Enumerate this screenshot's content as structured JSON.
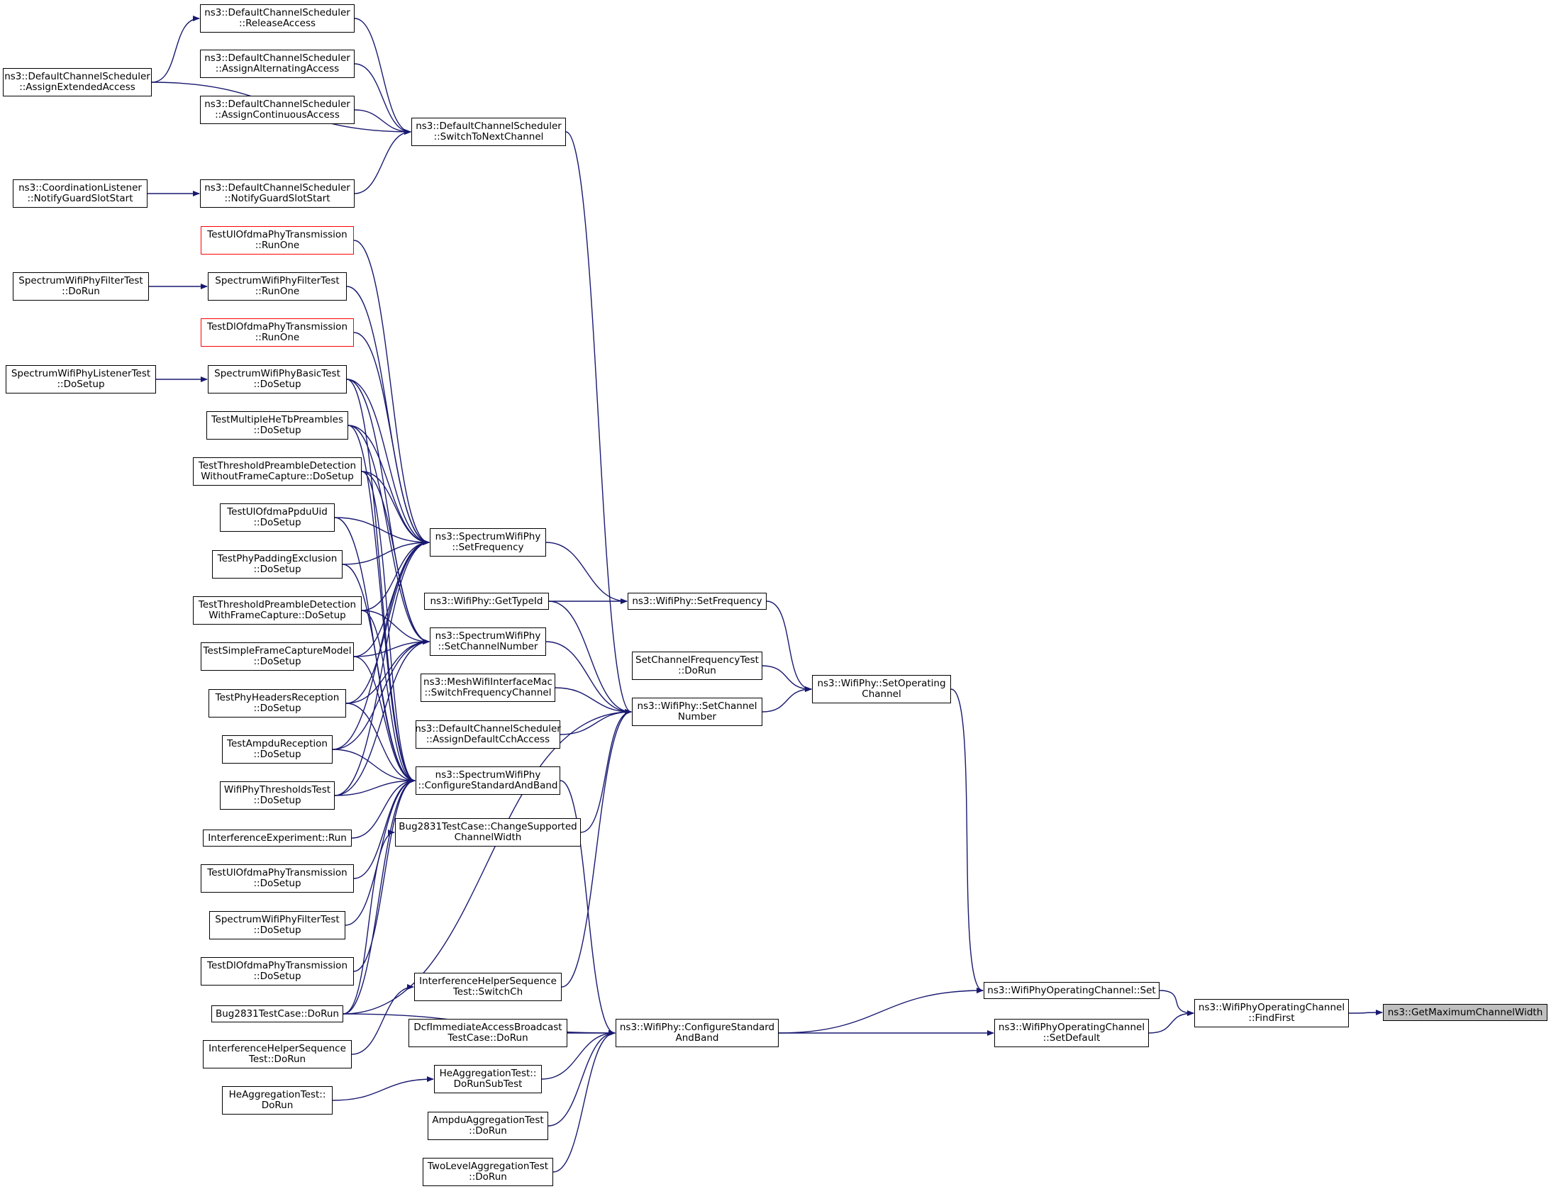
{
  "diagram": {
    "edge_color": "#191970",
    "nodes": [
      {
        "id": "ReleaseAccess",
        "lines": [
          "ns3::DefaultChannelScheduler",
          "::ReleaseAccess"
        ]
      },
      {
        "id": "AssignExtendedAccess",
        "lines": [
          "ns3::DefaultChannelScheduler",
          "::AssignExtendedAccess"
        ]
      },
      {
        "id": "AssignAlternatingAccess",
        "lines": [
          "ns3::DefaultChannelScheduler",
          "::AssignAlternatingAccess"
        ]
      },
      {
        "id": "AssignContinuousAccess",
        "lines": [
          "ns3::DefaultChannelScheduler",
          "::AssignContinuousAccess"
        ]
      },
      {
        "id": "SwitchToNextChannel",
        "lines": [
          "ns3::DefaultChannelScheduler",
          "::SwitchToNextChannel"
        ]
      },
      {
        "id": "CoordListenerNotify",
        "lines": [
          "ns3::CoordinationListener",
          "::NotifyGuardSlotStart"
        ]
      },
      {
        "id": "DCSNotifyGuard",
        "lines": [
          "ns3::DefaultChannelScheduler",
          "::NotifyGuardSlotStart"
        ]
      },
      {
        "id": "TestUlOfdmaRunOne",
        "lines": [
          "TestUlOfdmaPhyTransmission",
          "::RunOne"
        ],
        "color": "red"
      },
      {
        "id": "SWPFilterTestDoRun",
        "lines": [
          "SpectrumWifiPhyFilterTest",
          "::DoRun"
        ]
      },
      {
        "id": "SWPFilterTestRunOne",
        "lines": [
          "SpectrumWifiPhyFilterTest",
          "::RunOne"
        ]
      },
      {
        "id": "TestDlOfdmaRunOne",
        "lines": [
          "TestDlOfdmaPhyTransmission",
          "::RunOne"
        ],
        "color": "red"
      },
      {
        "id": "SWPListenerTest",
        "lines": [
          "SpectrumWifiPhyListenerTest",
          "::DoSetup"
        ]
      },
      {
        "id": "SWPBasicTest",
        "lines": [
          "SpectrumWifiPhyBasicTest",
          "::DoSetup"
        ]
      },
      {
        "id": "TestMultipleHeTb",
        "lines": [
          "TestMultipleHeTbPreambles",
          "::DoSetup"
        ]
      },
      {
        "id": "TestThreshWithout",
        "lines": [
          "TestThresholdPreambleDetection",
          "WithoutFrameCapture::DoSetup"
        ]
      },
      {
        "id": "TestUlOfdmaPpduUid",
        "lines": [
          "TestUlOfdmaPpduUid",
          "::DoSetup"
        ]
      },
      {
        "id": "TestPhyPadding",
        "lines": [
          "TestPhyPaddingExclusion",
          "::DoSetup"
        ]
      },
      {
        "id": "TestThreshWith",
        "lines": [
          "TestThresholdPreambleDetection",
          "WithFrameCapture::DoSetup"
        ]
      },
      {
        "id": "TestSimpleFrameCapture",
        "lines": [
          "TestSimpleFrameCaptureModel",
          "::DoSetup"
        ]
      },
      {
        "id": "TestPhyHeaders",
        "lines": [
          "TestPhyHeadersReception",
          "::DoSetup"
        ]
      },
      {
        "id": "TestAmpduReception",
        "lines": [
          "TestAmpduReception",
          "::DoSetup"
        ]
      },
      {
        "id": "WifiPhyThresholds",
        "lines": [
          "WifiPhyThresholdsTest",
          "::DoSetup"
        ]
      },
      {
        "id": "InterferenceExpRun",
        "lines": [
          "InterferenceExperiment::Run"
        ]
      },
      {
        "id": "TestUlOfdmaDoSetup",
        "lines": [
          "TestUlOfdmaPhyTransmission",
          "::DoSetup"
        ]
      },
      {
        "id": "SWPFilterDoSetup",
        "lines": [
          "SpectrumWifiPhyFilterTest",
          "::DoSetup"
        ]
      },
      {
        "id": "TestDlOfdmaDoSetup",
        "lines": [
          "TestDlOfdmaPhyTransmission",
          "::DoSetup"
        ]
      },
      {
        "id": "Bug2831DoRun",
        "lines": [
          "Bug2831TestCase::DoRun"
        ]
      },
      {
        "id": "IHSTestDoRun",
        "lines": [
          "InterferenceHelperSequence",
          "Test::DoRun"
        ]
      },
      {
        "id": "HeAggDoRun",
        "lines": [
          "HeAggregationTest::",
          "DoRun"
        ]
      },
      {
        "id": "SWPSetFrequency",
        "lines": [
          "ns3::SpectrumWifiPhy",
          "::SetFrequency"
        ]
      },
      {
        "id": "WifiPhyGetTypeId",
        "lines": [
          "ns3::WifiPhy::GetTypeId"
        ]
      },
      {
        "id": "SWPSetChannelNumber",
        "lines": [
          "ns3::SpectrumWifiPhy",
          "::SetChannelNumber"
        ]
      },
      {
        "id": "MeshSwitchFreq",
        "lines": [
          "ns3::MeshWifiInterfaceMac",
          "::SwitchFrequencyChannel"
        ]
      },
      {
        "id": "DCSAssignDefaultCch",
        "lines": [
          "ns3::DefaultChannelScheduler",
          "::AssignDefaultCchAccess"
        ]
      },
      {
        "id": "SWPConfigureStdBand",
        "lines": [
          "ns3::SpectrumWifiPhy",
          "::ConfigureStandardAndBand"
        ]
      },
      {
        "id": "Bug2831ChangeSupported",
        "lines": [
          "Bug2831TestCase::ChangeSupported",
          "ChannelWidth"
        ]
      },
      {
        "id": "IHSTestSwitchCh",
        "lines": [
          "InterferenceHelperSequence",
          "Test::SwitchCh"
        ]
      },
      {
        "id": "DcfImmediate",
        "lines": [
          "DcfImmediateAccessBroadcast",
          "TestCase::DoRun"
        ]
      },
      {
        "id": "HeAggDoRunSubTest",
        "lines": [
          "HeAggregationTest::",
          "DoRunSubTest"
        ]
      },
      {
        "id": "AmpduAggTest",
        "lines": [
          "AmpduAggregationTest",
          "::DoRun"
        ]
      },
      {
        "id": "TwoLevelAggTest",
        "lines": [
          "TwoLevelAggregationTest",
          "::DoRun"
        ]
      },
      {
        "id": "WifiPhySetFrequency",
        "lines": [
          "ns3::WifiPhy::SetFrequency"
        ]
      },
      {
        "id": "SetChanFreqTest",
        "lines": [
          "SetChannelFrequencyTest",
          "::DoRun"
        ]
      },
      {
        "id": "WifiPhySetChannelNumber",
        "lines": [
          "ns3::WifiPhy::SetChannel",
          "Number"
        ]
      },
      {
        "id": "WifiPhyConfigureStdBand",
        "lines": [
          "ns3::WifiPhy::ConfigureStandard",
          "AndBand"
        ]
      },
      {
        "id": "WifiPhySetOperating",
        "lines": [
          "ns3::WifiPhy::SetOperating",
          "Channel"
        ]
      },
      {
        "id": "WPOCSet",
        "lines": [
          "ns3::WifiPhyOperatingChannel::Set"
        ]
      },
      {
        "id": "WPOCSetDefault",
        "lines": [
          "ns3::WifiPhyOperatingChannel",
          "::SetDefault"
        ]
      },
      {
        "id": "WPOCFindFirst",
        "lines": [
          "ns3::WifiPhyOperatingChannel",
          "::FindFirst"
        ]
      },
      {
        "id": "GetMaxChannelWidth",
        "lines": [
          "ns3::GetMaximumChannelWidth"
        ],
        "focus": true
      }
    ],
    "edges": [
      [
        "AssignExtendedAccess",
        "ReleaseAccess"
      ],
      [
        "ReleaseAccess",
        "SwitchToNextChannel"
      ],
      [
        "AssignAlternatingAccess",
        "SwitchToNextChannel"
      ],
      [
        "AssignContinuousAccess",
        "SwitchToNextChannel"
      ],
      [
        "AssignExtendedAccess",
        "SwitchToNextChannel"
      ],
      [
        "DCSNotifyGuard",
        "SwitchToNextChannel"
      ],
      [
        "CoordListenerNotify",
        "DCSNotifyGuard"
      ],
      [
        "SWPFilterTestDoRun",
        "SWPFilterTestRunOne"
      ],
      [
        "SWPListenerTest",
        "SWPBasicTest"
      ],
      [
        "TestUlOfdmaRunOne",
        "SWPSetFrequency"
      ],
      [
        "SWPFilterTestRunOne",
        "SWPSetFrequency"
      ],
      [
        "TestDlOfdmaRunOne",
        "SWPSetFrequency"
      ],
      [
        "SWPBasicTest",
        "SWPSetFrequency"
      ],
      [
        "TestMultipleHeTb",
        "SWPSetFrequency"
      ],
      [
        "TestThreshWithout",
        "SWPSetFrequency"
      ],
      [
        "TestUlOfdmaPpduUid",
        "SWPSetFrequency"
      ],
      [
        "TestPhyPadding",
        "SWPSetFrequency"
      ],
      [
        "TestThreshWith",
        "SWPSetFrequency"
      ],
      [
        "TestSimpleFrameCapture",
        "SWPSetFrequency"
      ],
      [
        "TestPhyHeaders",
        "SWPSetFrequency"
      ],
      [
        "TestAmpduReception",
        "SWPSetFrequency"
      ],
      [
        "WifiPhyThresholds",
        "SWPSetFrequency"
      ],
      [
        "SWPBasicTest",
        "SWPSetChannelNumber"
      ],
      [
        "TestMultipleHeTb",
        "SWPSetChannelNumber"
      ],
      [
        "TestThreshWithout",
        "SWPSetChannelNumber"
      ],
      [
        "TestThreshWith",
        "SWPSetChannelNumber"
      ],
      [
        "TestSimpleFrameCapture",
        "SWPSetChannelNumber"
      ],
      [
        "TestPhyHeaders",
        "SWPSetChannelNumber"
      ],
      [
        "TestAmpduReception",
        "SWPSetChannelNumber"
      ],
      [
        "WifiPhyThresholds",
        "SWPSetChannelNumber"
      ],
      [
        "SWPBasicTest",
        "SWPConfigureStdBand"
      ],
      [
        "TestMultipleHeTb",
        "SWPConfigureStdBand"
      ],
      [
        "TestThreshWithout",
        "SWPConfigureStdBand"
      ],
      [
        "TestUlOfdmaPpduUid",
        "SWPConfigureStdBand"
      ],
      [
        "TestPhyPadding",
        "SWPConfigureStdBand"
      ],
      [
        "TestThreshWith",
        "SWPConfigureStdBand"
      ],
      [
        "TestSimpleFrameCapture",
        "SWPConfigureStdBand"
      ],
      [
        "TestPhyHeaders",
        "SWPConfigureStdBand"
      ],
      [
        "TestAmpduReception",
        "SWPConfigureStdBand"
      ],
      [
        "WifiPhyThresholds",
        "SWPConfigureStdBand"
      ],
      [
        "InterferenceExpRun",
        "SWPConfigureStdBand"
      ],
      [
        "TestUlOfdmaDoSetup",
        "SWPConfigureStdBand"
      ],
      [
        "SWPFilterDoSetup",
        "SWPConfigureStdBand"
      ],
      [
        "TestDlOfdmaDoSetup",
        "SWPConfigureStdBand"
      ],
      [
        "Bug2831DoRun",
        "SWPConfigureStdBand"
      ],
      [
        "Bug2831DoRun",
        "Bug2831ChangeSupported"
      ],
      [
        "IHSTestDoRun",
        "IHSTestSwitchCh"
      ],
      [
        "HeAggDoRun",
        "HeAggDoRunSubTest"
      ],
      [
        "SWPSetFrequency",
        "WifiPhySetFrequency"
      ],
      [
        "WifiPhyGetTypeId",
        "WifiPhySetFrequency"
      ],
      [
        "SwitchToNextChannel",
        "WifiPhySetChannelNumber"
      ],
      [
        "WifiPhyGetTypeId",
        "WifiPhySetChannelNumber"
      ],
      [
        "SWPSetChannelNumber",
        "WifiPhySetChannelNumber"
      ],
      [
        "MeshSwitchFreq",
        "WifiPhySetChannelNumber"
      ],
      [
        "DCSAssignDefaultCch",
        "WifiPhySetChannelNumber"
      ],
      [
        "Bug2831ChangeSupported",
        "WifiPhySetChannelNumber"
      ],
      [
        "IHSTestSwitchCh",
        "WifiPhySetChannelNumber"
      ],
      [
        "Bug2831DoRun",
        "WifiPhySetChannelNumber"
      ],
      [
        "SWPConfigureStdBand",
        "WifiPhyConfigureStdBand"
      ],
      [
        "Bug2831DoRun",
        "WifiPhyConfigureStdBand"
      ],
      [
        "DcfImmediate",
        "WifiPhyConfigureStdBand"
      ],
      [
        "HeAggDoRunSubTest",
        "WifiPhyConfigureStdBand"
      ],
      [
        "AmpduAggTest",
        "WifiPhyConfigureStdBand"
      ],
      [
        "TwoLevelAggTest",
        "WifiPhyConfigureStdBand"
      ],
      [
        "WifiPhySetFrequency",
        "WifiPhySetOperating"
      ],
      [
        "SetChanFreqTest",
        "WifiPhySetOperating"
      ],
      [
        "WifiPhySetChannelNumber",
        "WifiPhySetOperating"
      ],
      [
        "WifiPhySetOperating",
        "WPOCSet"
      ],
      [
        "WifiPhyConfigureStdBand",
        "WPOCSet"
      ],
      [
        "WifiPhyConfigureStdBand",
        "WPOCSetDefault"
      ],
      [
        "WPOCSet",
        "WPOCFindFirst"
      ],
      [
        "WPOCSetDefault",
        "WPOCFindFirst"
      ],
      [
        "WPOCFindFirst",
        "GetMaxChannelWidth"
      ]
    ]
  }
}
